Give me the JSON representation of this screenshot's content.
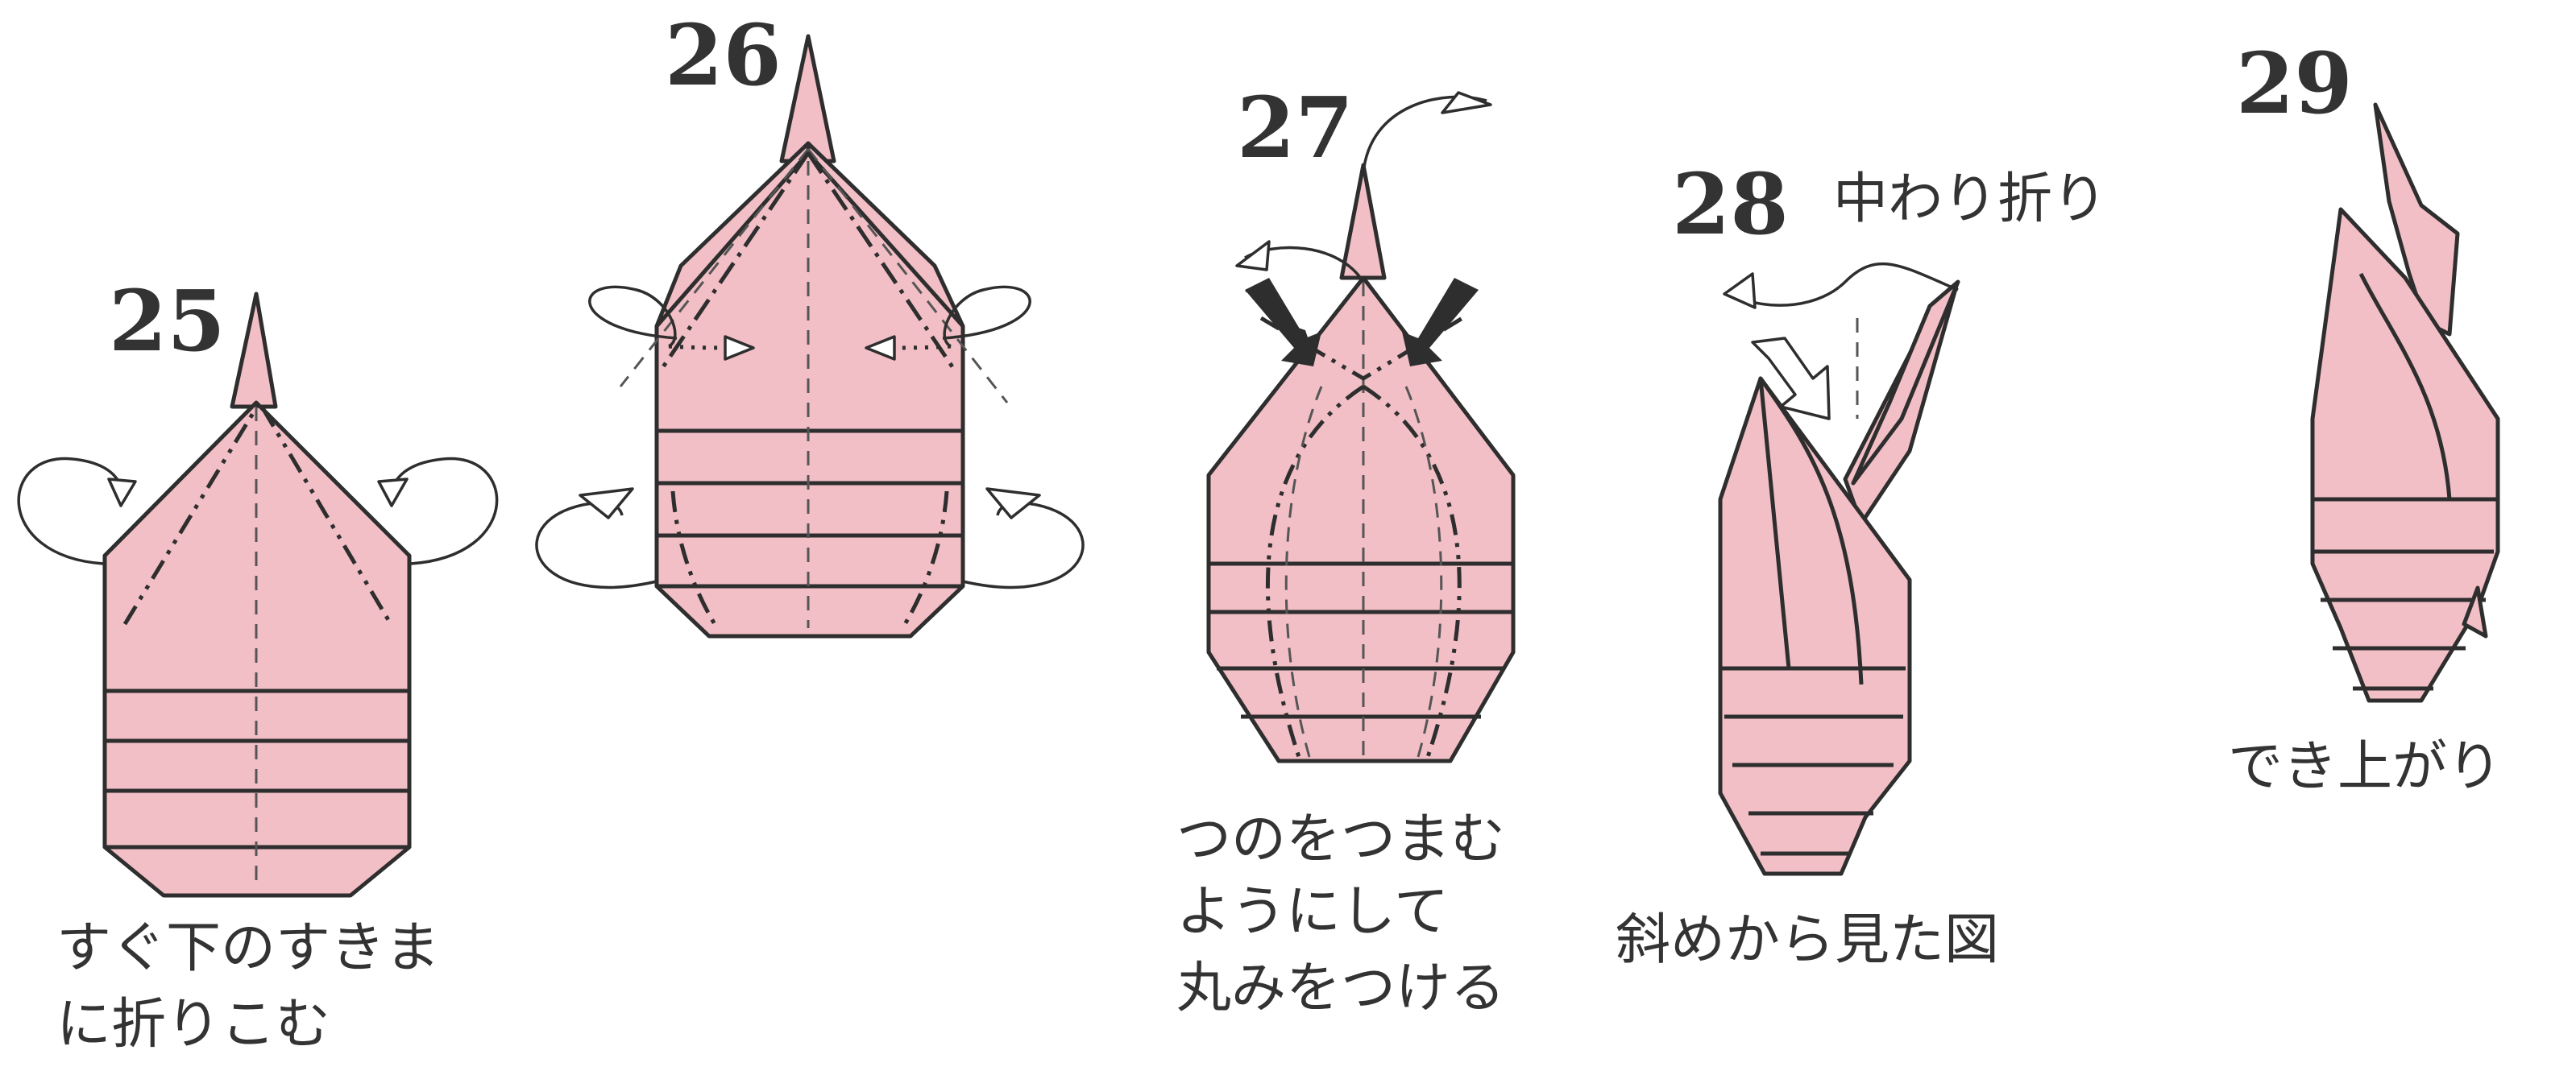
{
  "steps": [
    {
      "number": "25",
      "caption_lines": [
        "すぐ下のすきま",
        "に折りこむ"
      ]
    },
    {
      "number": "26",
      "caption_lines": []
    },
    {
      "number": "27",
      "caption_lines": [
        "つのをつまむ",
        "ようにして",
        "丸みをつける"
      ]
    },
    {
      "number": "28",
      "note": "中わり折り",
      "caption_lines": [
        "斜めから見た図"
      ]
    },
    {
      "number": "29",
      "caption_lines": [
        "でき上がり"
      ]
    }
  ],
  "colors": {
    "paper": "#f2bfc6",
    "ink": "#2e2e2e"
  }
}
